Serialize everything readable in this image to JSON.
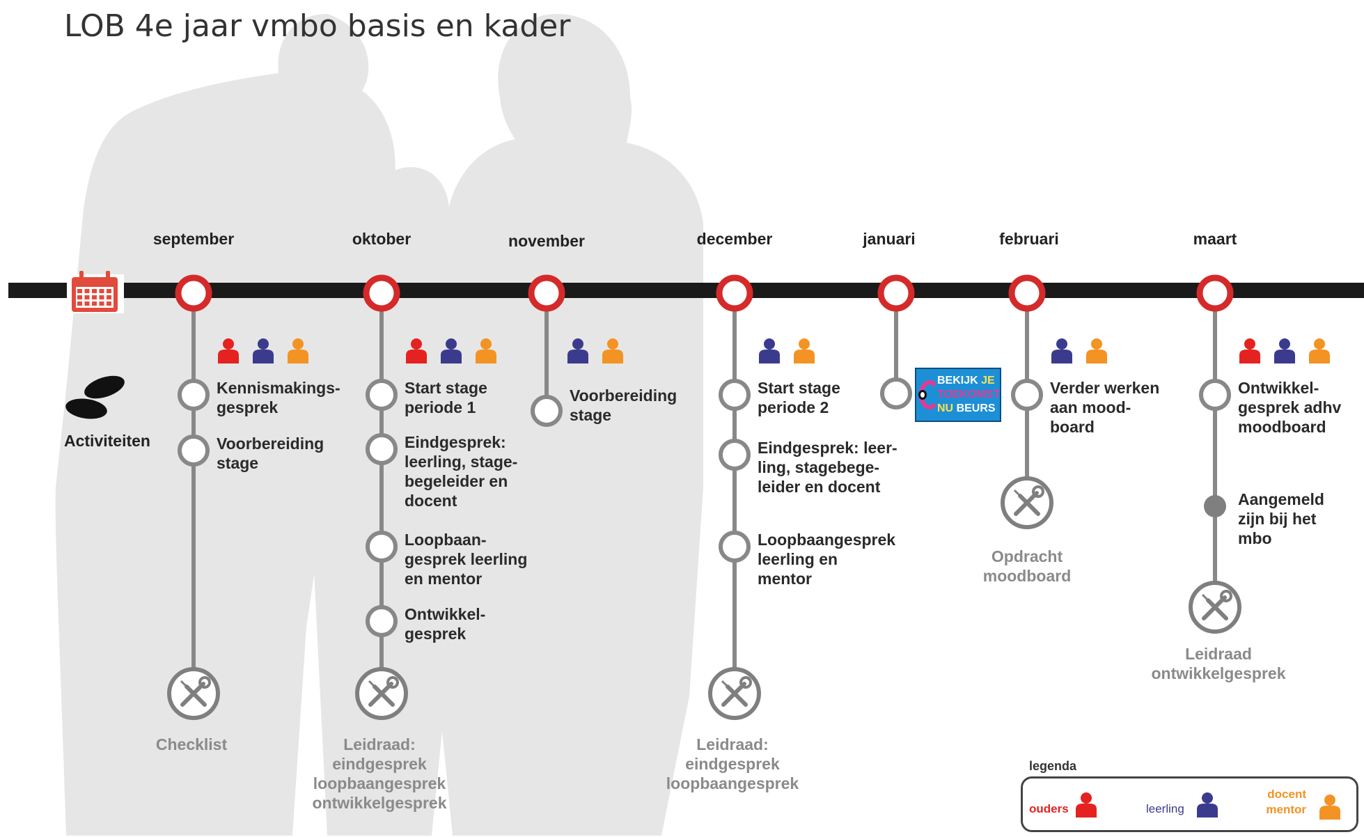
{
  "title": "LOB 4e jaar vmbo basis en kader",
  "activities_label": "Activiteiten",
  "calendar_icon": "calendar-icon",
  "colors": {
    "ouders": "#e42320",
    "leerling": "#3b3b8e",
    "docent": "#f39324",
    "ring": "#d42a2a",
    "line": "#888888",
    "timeline": "#1a1a1a"
  },
  "months": [
    {
      "name": "september",
      "roles": [
        "ouders",
        "leerling",
        "docent"
      ],
      "activities": [
        "Kennismakings-\ngesprek",
        "Voorbereiding\nstage"
      ],
      "tool_label": "Checklist"
    },
    {
      "name": "oktober",
      "roles": [
        "ouders",
        "leerling",
        "docent"
      ],
      "activities": [
        "Start stage\nperiode 1",
        "Eindgesprek:\nleerling, stage-\nbegeleider en\ndocent",
        "Loopbaan-\ngesprek leerling\nen mentor",
        "Ontwikkel-\ngesprek"
      ],
      "tool_label": "Leidraad:\neindgesprek\nloopbaangesprek\nontwikkelgesprek"
    },
    {
      "name": "november",
      "roles": [
        "leerling",
        "docent"
      ],
      "activities": [
        "Voorbereiding\nstage"
      ],
      "tool_label": ""
    },
    {
      "name": "december",
      "roles": [
        "leerling",
        "docent"
      ],
      "activities": [
        "Start stage\nperiode 2",
        "Eindgesprek: leer-\nling, stagebege-\nleider en docent",
        "Loopbaangesprek\nleerling en\nmentor"
      ],
      "tool_label": "Leidraad:\neindgesprek\nloopbaangesprek"
    },
    {
      "name": "januari",
      "roles": [],
      "activities": [],
      "tool_label": ""
    },
    {
      "name": "februari",
      "roles": [
        "leerling",
        "docent"
      ],
      "activities": [
        "Verder werken\naan mood-\nboard"
      ],
      "tool_label": "Opdracht\nmoodboard"
    },
    {
      "name": "maart",
      "roles": [
        "ouders",
        "leerling",
        "docent"
      ],
      "activities": [
        "Ontwikkel-\ngesprek adhv\nmoodboard",
        "Aangemeld\nzijn bij het\nmbo"
      ],
      "tool_label": "Leidraad\nontwikkelgesprek"
    }
  ],
  "badge": {
    "line1": "BEKIJK",
    "line1b": "JE",
    "line2": "TOEKOMST",
    "line3": "NU",
    "line3b": "BEURS"
  },
  "legend": {
    "title": "legenda",
    "ouders": "ouders",
    "leerling": "leerling",
    "docent": "docent\nmentor"
  }
}
